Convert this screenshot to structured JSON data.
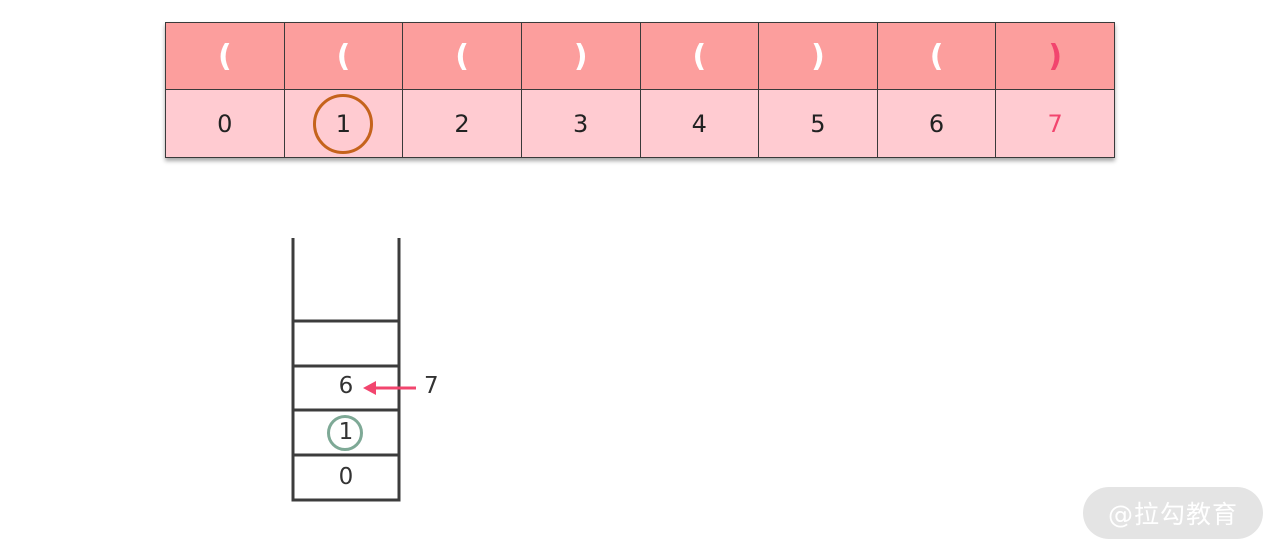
{
  "table": {
    "brackets": [
      "(",
      "(",
      "(",
      ")",
      "(",
      ")",
      "(",
      ")"
    ],
    "indices": [
      "0",
      "1",
      "2",
      "3",
      "4",
      "5",
      "6",
      "7"
    ],
    "highlight_index": 7,
    "circled_index": 1
  },
  "stack": {
    "items": [
      "6",
      "1",
      "0"
    ],
    "circled_item": "1",
    "incoming": "7"
  },
  "colors": {
    "header_bg": "#fc9e9d",
    "index_bg": "#ffcbd1",
    "accent": "#f2456e",
    "orange": "#c5631c",
    "green": "#7ea996"
  },
  "watermark": "@拉勾教育"
}
